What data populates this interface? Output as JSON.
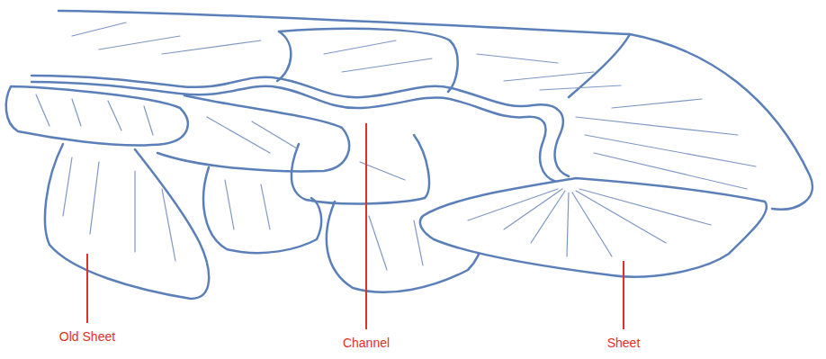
{
  "diagram": {
    "labels": [
      "Old Sheet",
      "Channel",
      "Sheet"
    ]
  }
}
